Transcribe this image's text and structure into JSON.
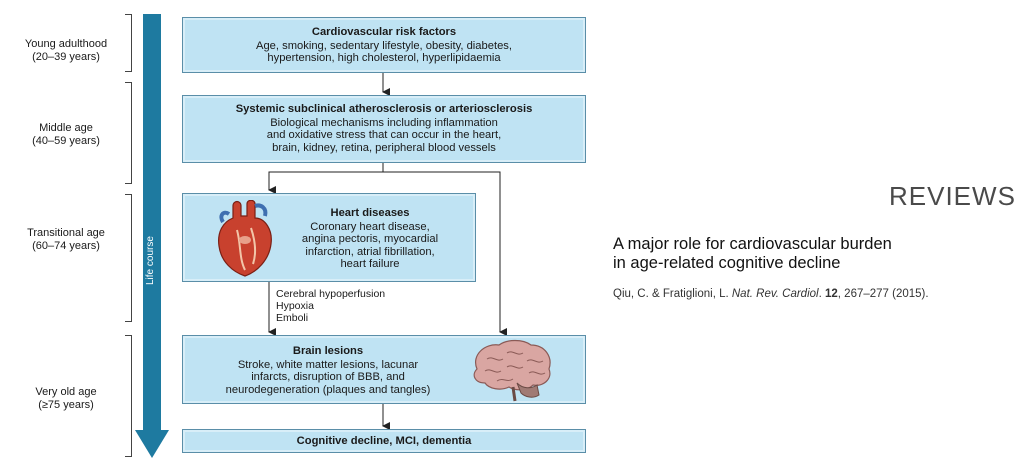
{
  "ages": [
    {
      "name": "Young adulthood",
      "range": "(20–39 years)"
    },
    {
      "name": "Middle age",
      "range": "(40–59 years)"
    },
    {
      "name": "Transitional age",
      "range": "(60–74 years)"
    },
    {
      "name": "Very old age",
      "range": "(≥75 years)"
    }
  ],
  "life_course_label": "Life course",
  "boxes": {
    "risk": {
      "title": "Cardiovascular risk factors",
      "lines": [
        "Age, smoking, sedentary lifestyle, obesity, diabetes,",
        "hypertension, high cholesterol, hyperlipidaemia"
      ]
    },
    "systemic": {
      "title": "Systemic subclinical atherosclerosis or arteriosclerosis",
      "lines": [
        "Biological mechanisms including inflammation",
        "and oxidative stress that can occur in the heart,",
        "brain, kidney, retina, peripheral blood vessels"
      ]
    },
    "heart": {
      "title": "Heart diseases",
      "lines": [
        "Coronary heart disease,",
        "angina pectoris, myocardial",
        "infarction, atrial fibrillation,",
        "heart failure"
      ]
    },
    "brain": {
      "title": "Brain lesions",
      "lines": [
        "Stroke, white matter lesions, lacunar",
        "infarcts, disruption of BBB, and",
        "neurodegeneration (plaques and tangles)"
      ]
    },
    "outcome": {
      "title": "Cognitive decline, MCI, dementia"
    }
  },
  "mechanisms": [
    "Cerebral hypoperfusion",
    "Hypoxia",
    "Emboli"
  ],
  "colors": {
    "box_fill": "#bfe3f3",
    "box_border": "#5a8ea8",
    "arrow": "#1e7aa0"
  },
  "icons": {
    "heart": "anatomical-heart-icon",
    "brain": "brain-icon"
  },
  "reviews_label": "REVIEWS",
  "paper": {
    "title_lines": [
      "A major role for cardiovascular burden",
      "in age-related cognitive decline"
    ],
    "authors": "Qiu, C. & Fratiglioni, L. ",
    "journal": "Nat. Rev. Cardiol",
    "after_journal": ". ",
    "volume": "12",
    "pages": ", 267–277 (2015)."
  }
}
